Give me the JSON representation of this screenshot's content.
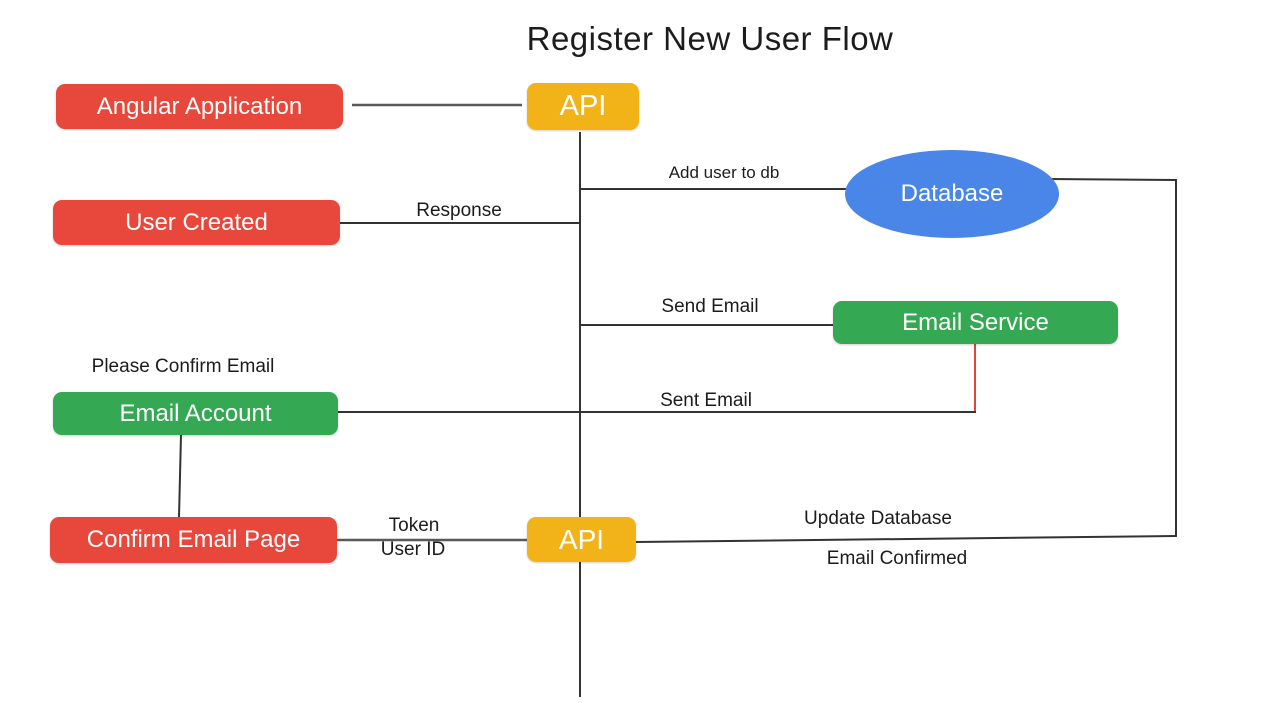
{
  "title": "Register New User Flow",
  "colors": {
    "background": "#FFFFFF",
    "red": "#E8473C",
    "yellow": "#F2B318",
    "green": "#35A853",
    "blue": "#4A86E8",
    "box_text": "#FFFFFF",
    "text": "#1C1C1C",
    "line_dark": "#333333",
    "line_gray": "#595959",
    "red_line": "#E0443A"
  },
  "nodes": {
    "angular_app": {
      "label": "Angular Application"
    },
    "api_top": {
      "label": "API"
    },
    "user_created": {
      "label": "User Created"
    },
    "database": {
      "label": "Database"
    },
    "email_service": {
      "label": "Email Service"
    },
    "email_account": {
      "label": "Email Account"
    },
    "confirm_email_page": {
      "label": "Confirm Email Page"
    },
    "api_bottom": {
      "label": "API"
    }
  },
  "edge_labels": {
    "add_user_to_db": "Add user to db",
    "response": "Response",
    "send_email": "Send Email",
    "please_confirm_email": "Please Confirm Email",
    "sent_email": "Sent Email",
    "token": "Token",
    "user_id": "User ID",
    "update_database": "Update Database",
    "email_confirmed": "Email Confirmed"
  }
}
